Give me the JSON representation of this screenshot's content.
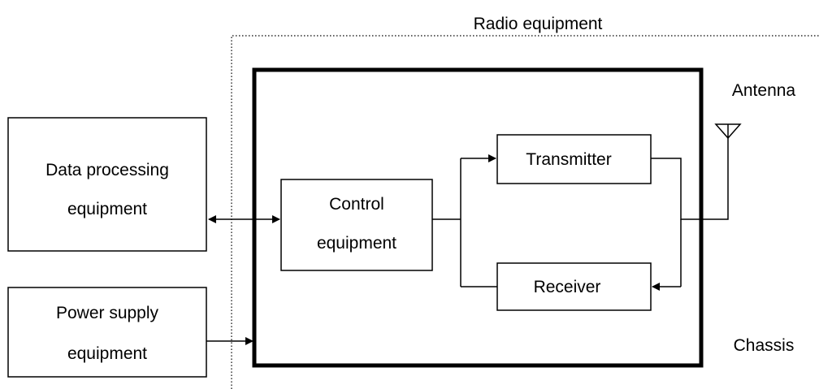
{
  "diagram": {
    "radio_equipment_label": "Radio equipment",
    "antenna_label": "Antenna",
    "chassis_label": "Chassis",
    "data_processing": {
      "line1": "Data processing",
      "line2": "equipment"
    },
    "power_supply": {
      "line1": "Power supply",
      "line2": "equipment"
    },
    "control": {
      "line1": "Control",
      "line2": "equipment"
    },
    "transmitter": "Transmitter",
    "receiver": "Receiver"
  }
}
